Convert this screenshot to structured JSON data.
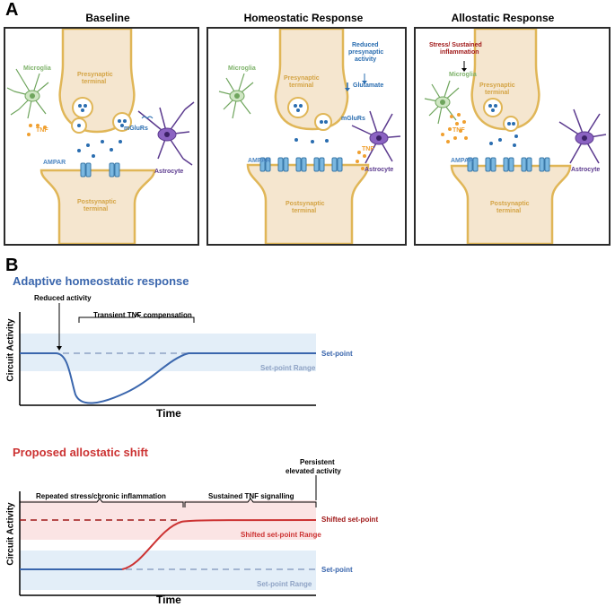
{
  "panel_a": {
    "letter": "A",
    "panels": [
      {
        "title": "Baseline"
      },
      {
        "title": "Homeostatic Response",
        "note_lines": [
          "Reduced",
          "presynaptic",
          "activity"
        ],
        "glutamate": "Glutamate"
      },
      {
        "title": "Allostatic Response",
        "note_lines": [
          "Stress/ Sustained",
          "inflammation"
        ]
      }
    ],
    "labels": {
      "microglia": "Microglia",
      "presynaptic": [
        "Presynaptic",
        "terminal"
      ],
      "postsynaptic": [
        "Postsynaptic",
        "terminal"
      ],
      "tnf": "TNF",
      "mglurs": "mGluRs",
      "ampar": "AMPAR",
      "astrocyte": "Astrocyte"
    }
  },
  "panel_b": {
    "letter": "B",
    "top": {
      "title": "Adaptive homeostatic response",
      "reduced_activity": "Reduced activity",
      "transient": "Transient TNF compensation",
      "setpoint": "Set-point",
      "setpoint_range": "Set-point Range",
      "ylabel": "Circuit Activity",
      "xlabel": "Time"
    },
    "bottom": {
      "title": "Proposed allostatic shift",
      "persistent_lines": [
        "Persistent",
        "elevated activity"
      ],
      "repeated": "Repeated stress/chronic inflammation",
      "sustained": "Sustained TNF signalling",
      "shifted_setpoint": "Shifted set-point",
      "shifted_range": "Shifted set-point Range",
      "setpoint": "Set-point",
      "setpoint_range": "Set-point Range",
      "ylabel": "Circuit Activity",
      "xlabel": "Time"
    }
  },
  "colors": {
    "blue": "#3a66ad",
    "red": "#cc3333",
    "dark_red": "#a01818",
    "membrane": "#f5e6cf",
    "membrane_edge": "#e0b657",
    "microglia": "#8fc07d",
    "astrocyte": "#5b3a8e",
    "tnf": "#f0a030",
    "ampar": "#7ab7e0",
    "band_blue": "#e3eef8",
    "band_red": "#fbe4e4"
  }
}
